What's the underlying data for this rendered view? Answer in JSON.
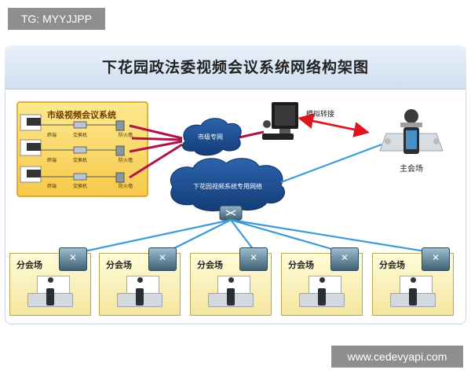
{
  "watermark_tl": "TG: MYYJJPP",
  "watermark_br": "www.cedevyapi.com",
  "title": "下花园政法委视频会议系统网络构架图",
  "city_system": {
    "label": "市级视频会议系统",
    "rows": [
      {
        "terminal": "终端",
        "switch": "交换机",
        "firewall": "防火墙"
      },
      {
        "terminal": "终端",
        "switch": "交换机",
        "firewall": "防火墙"
      },
      {
        "terminal": "终端",
        "switch": "交换机",
        "firewall": "防火墙"
      }
    ]
  },
  "city_network_label": "市级专网",
  "private_network_label": "下花园视频系统专用网络",
  "analog_label": "模拟转接",
  "main_venue_label": "主会场",
  "branch_label": "分会场",
  "colors": {
    "title_bg": "#d8e6f3",
    "panel_yellow": "#fbe8a0",
    "cloud": "#1f4f91",
    "line_red": "#b0124a",
    "line_blue": "#3a9ad8",
    "arrow_red": "#e0161e"
  }
}
